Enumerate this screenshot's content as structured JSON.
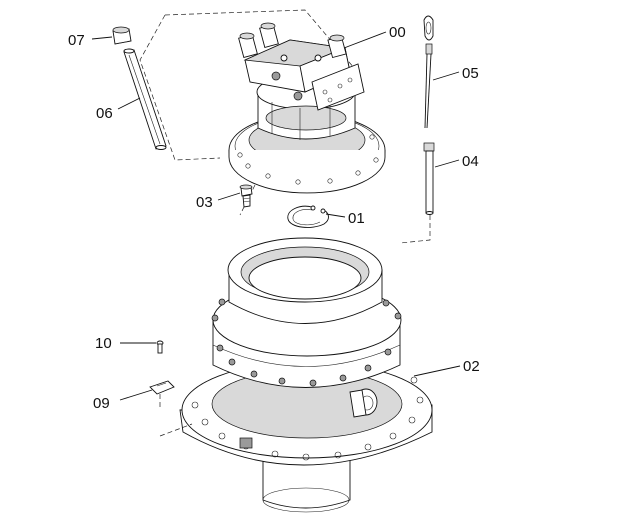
{
  "labels": {
    "p00": "00",
    "p01": "01",
    "p02": "02",
    "p03": "03",
    "p04": "04",
    "p05": "05",
    "p06": "06",
    "p07": "07",
    "p09": "09",
    "p10": "10"
  }
}
